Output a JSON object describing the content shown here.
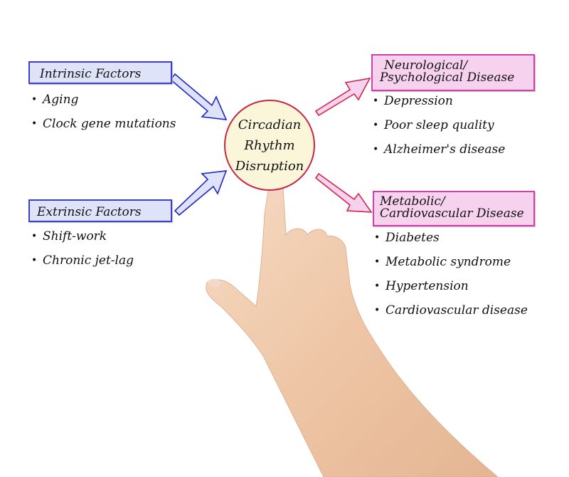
{
  "center": {
    "lines": [
      "Circadian",
      "Rhythm",
      "Disruption"
    ]
  },
  "causes": [
    {
      "title": "Intrinsic Factors",
      "items": [
        "Aging",
        "Clock gene mutations"
      ]
    },
    {
      "title": "Extrinsic Factors",
      "items": [
        "Shift-work",
        "Chronic jet-lag"
      ]
    }
  ],
  "effects": [
    {
      "title_lines": [
        "Neurological/",
        "Psychological Disease"
      ],
      "items": [
        "Depression",
        "Poor sleep quality",
        "Alzheimer's disease"
      ]
    },
    {
      "title_lines": [
        "Metabolic/",
        "Cardiovascular Disease"
      ],
      "items": [
        "Diabetes",
        "Metabolic syndrome",
        "Hypertension",
        "Cardiovascular disease"
      ]
    }
  ],
  "colors": {
    "cause_fill": "#dfe3fa",
    "cause_border": "#3a40c9",
    "effect_fill": "#f7d2ef",
    "effect_border": "#d33ea7",
    "effect_arrow_border": "#d0284a",
    "center_fill": "#fbf6d9",
    "center_border": "#c8243f",
    "skin": "#f1cdb0"
  }
}
